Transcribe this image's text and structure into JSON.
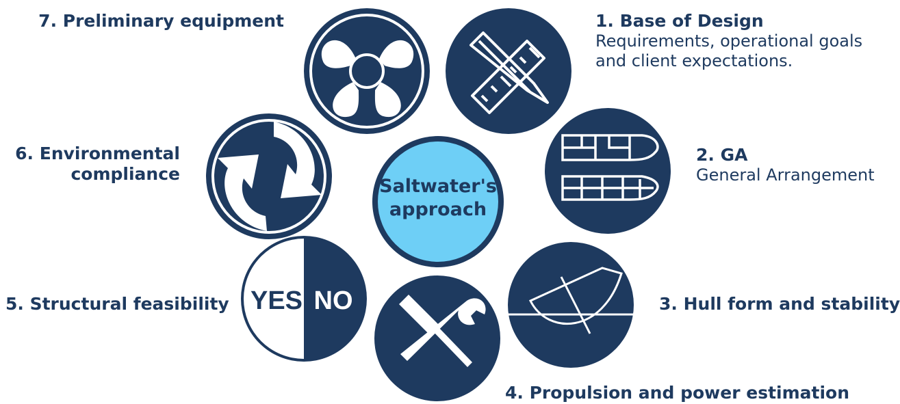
{
  "center": {
    "line1": "Saltwater's",
    "line2": "approach"
  },
  "steps": [
    {
      "title": "1. Base of Design",
      "desc1": "Requirements, operational goals",
      "desc2": "and client expectations.",
      "icon": "ruler-pencil-icon"
    },
    {
      "title": "2. GA",
      "desc1": "General Arrangement",
      "icon": "ship-plan-icon"
    },
    {
      "title": "3. Hull form and stability",
      "icon": "stability-curve-icon"
    },
    {
      "title": "4. Propulsion and power estimation",
      "icon": "wrench-screwdriver-icon"
    },
    {
      "title": "5. Structural feasibility",
      "icon": "yes-no-icon",
      "yes": "YES",
      "no": "NO"
    },
    {
      "title1": "6. Environmental",
      "title2": "compliance",
      "icon": "recycle-icon"
    },
    {
      "title": "7. Preliminary equipment",
      "icon": "propeller-icon"
    }
  ],
  "colors": {
    "navy": "#1e3a5f",
    "center": "#6ecff6",
    "white": "#ffffff"
  }
}
